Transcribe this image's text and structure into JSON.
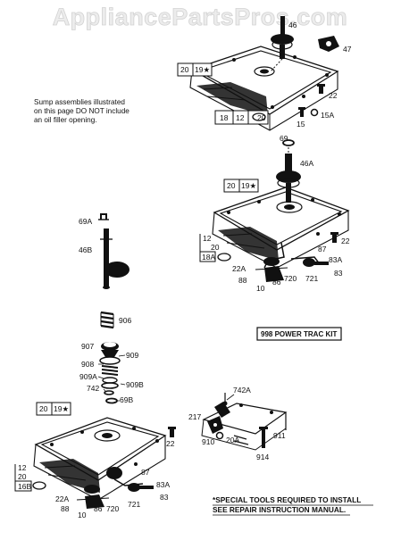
{
  "watermark": "AppliancePartsPros.com",
  "note_lines": [
    "Sump assemblies illustrated",
    "on this page DO NOT include",
    "an oil filler opening."
  ],
  "kit_label": "998 POWER TRAC KIT",
  "footer_lines": [
    "*SPECIAL TOOLS REQUIRED TO INSTALL",
    "SEE REPAIR INSTRUCTION MANUAL."
  ],
  "callouts": {
    "p46": "46",
    "p47": "47",
    "p22a": "22",
    "p15": "15",
    "p15a": "15A",
    "box1_a": "20",
    "box1_b": "19★",
    "box2_a": "18",
    "box2_b": "12",
    "box2_c": "20",
    "p69": "69",
    "p46a": "46A",
    "box3_a": "20",
    "box3_b": "19★",
    "p12a": "12",
    "p20a": "20",
    "p18a": "18A",
    "p22b": "22",
    "p87a": "87",
    "p83a_a": "83A",
    "p22a_a": "22A",
    "p88a": "88",
    "p10a": "10",
    "p86a": "86",
    "p720a": "720",
    "p721a": "721",
    "p83a": "83",
    "p69a": "69A",
    "p46b": "46B",
    "p906": "906",
    "p907": "907",
    "p909": "909",
    "p908": "908",
    "p909a": "909A",
    "p909b": "909B",
    "p742": "742",
    "p69b": "69B",
    "box4_a": "20",
    "box4_b": "19★",
    "p22c": "22",
    "p12b": "12",
    "p20b": "20",
    "p16b": "16B",
    "p87b": "87",
    "p83a_b": "83A",
    "p22a_b": "22A",
    "p88b": "88",
    "p10b": "10",
    "p86b": "86",
    "p720b": "720",
    "p721b": "721",
    "p83b": "83",
    "p742a": "742A",
    "p217": "217",
    "p910": "910",
    "p20a_lbl": "20A",
    "p911": "911",
    "p914": "914"
  }
}
